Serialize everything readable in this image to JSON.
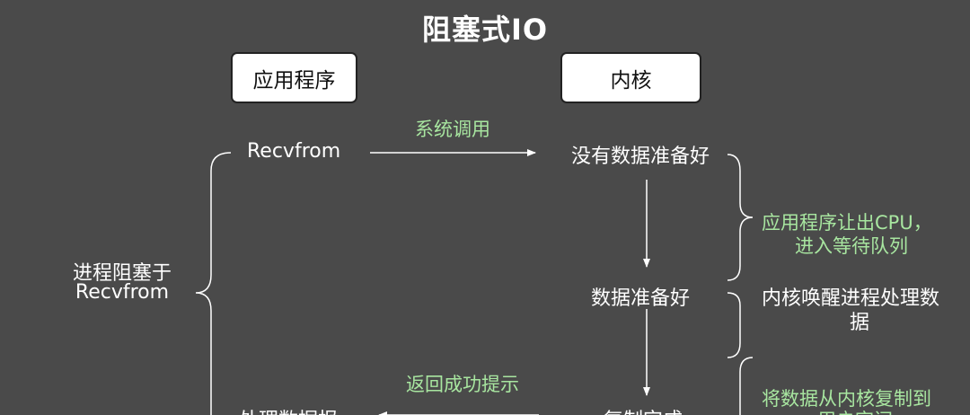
{
  "title": "阻塞式IO",
  "boxes": {
    "app": "应用程序",
    "kernel": "内核"
  },
  "left": {
    "recvfrom": "Recvfrom",
    "blocked_line1": "进程阻塞于",
    "blocked_line2": "Recvfrom",
    "process_data": "处理数据报"
  },
  "middle": {
    "syscall": "系统调用",
    "return_success": "返回成功提示"
  },
  "kernel_states": {
    "not_ready": "没有数据准备好",
    "ready": "数据准备好",
    "copy_done": "复制完成"
  },
  "right_notes": {
    "yield_line1": "应用程序让出CPU，",
    "yield_line2": "进入等待队列",
    "wake_line1": "内核唤醒进程处理数",
    "wake_line2": "据",
    "copy_line1": "将数据从内核复制到",
    "copy_line2": "用户空间"
  },
  "colors": {
    "background": "#4a4a4a",
    "text": "#ffffff",
    "annotation": "#a8e6a0",
    "box_fill": "#ffffff"
  }
}
